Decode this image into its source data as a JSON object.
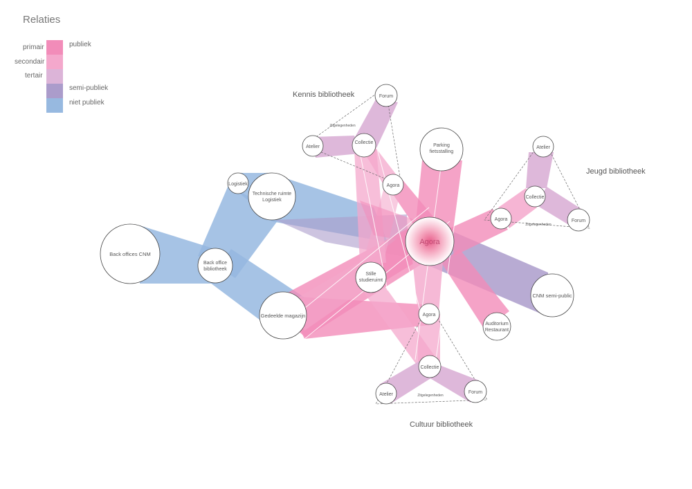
{
  "legend": {
    "title": "Relaties",
    "primair": "primair",
    "secondair": "secondair",
    "tertair": "tertair",
    "publiek": "publiek",
    "semi_publiek": "semi-publiek",
    "niet_publiek": "niet publiek"
  },
  "colors": {
    "primair": "#f28cb9",
    "secondair": "#f4a8cc",
    "tertair": "#dcb4d8",
    "semi_publiek": "#ab9ccb",
    "niet_publiek": "#97b9e0"
  },
  "groups": {
    "kennis": "Kennis bibliotheek",
    "jeugd": "Jeugd bibliotheek",
    "cultuur": "Cultuur bibliotheek"
  },
  "nodes": {
    "agora_center": "Agora",
    "back_offices": "Back offices CNM",
    "back_office_bib": [
      "Back office",
      "bibliotheek"
    ],
    "logistiek": "Logistiek",
    "technische": [
      "Technische ruimte",
      "Logistiek"
    ],
    "gedeelde": "Gedeelde magazijn",
    "stille": [
      "Stille",
      "studieruimt"
    ],
    "parking": [
      "Parking",
      "fietsstalling"
    ],
    "cnm": "CNM semi-public",
    "auditorium": [
      "Auditorium",
      "Restaurant"
    ],
    "k_forum": "Forum",
    "k_collectie": "Collectie",
    "k_atelier": "Atelier",
    "k_agora": "Agora",
    "k_zit": "Zitgelegenheden",
    "j_atelier": "Atelier",
    "j_collectie": "Collectie",
    "j_agora": "Agora",
    "j_forum": "Forum",
    "j_zit": "Zitgelegenheden",
    "c_agora": "Agora",
    "c_collectie": "Collectie",
    "c_atelier": "Atelier",
    "c_forum": "Forum",
    "c_zit": "Zitgelegenheden"
  }
}
